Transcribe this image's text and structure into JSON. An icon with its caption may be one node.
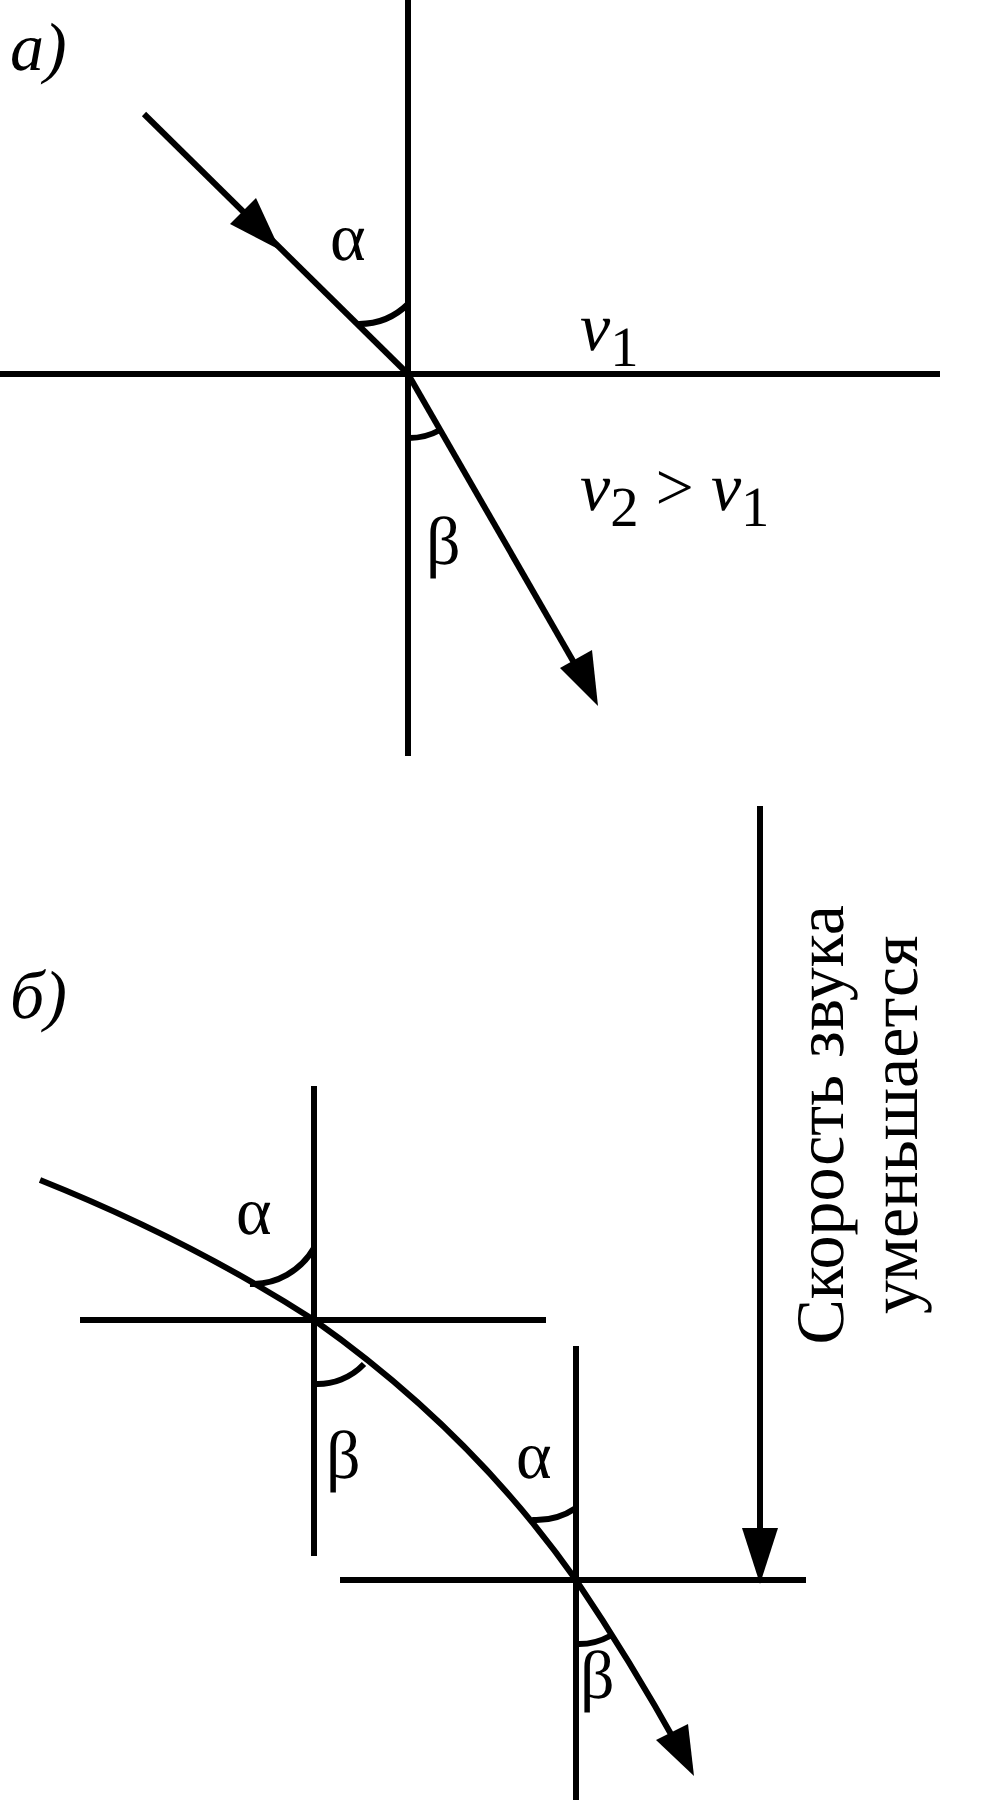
{
  "diagram": {
    "labels": [
      "а)",
      "α",
      "*v*$_{1}$",
      "*v*$_{2}$ > *v*$_{1}$",
      "β",
      "б)",
      "Скорость звука уменьшается",
      "α",
      "β",
      "α",
      "β"
    ]
  }
}
